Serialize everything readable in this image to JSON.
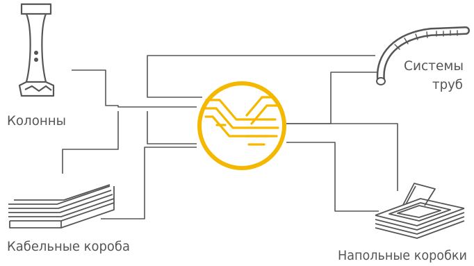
{
  "diagram": {
    "colors": {
      "line": "#555555",
      "accent": "#F5B800",
      "background": "#ffffff",
      "label": "#555555"
    },
    "hub": {
      "icon": "cable-hub-icon"
    },
    "nodes": [
      {
        "id": "columns",
        "icon": "column-icon",
        "label": "Колонны"
      },
      {
        "id": "cable-trays",
        "icon": "cable-tray-icon",
        "label": "Кабельные короба"
      },
      {
        "id": "pipe-systems",
        "icon": "conduit-pipe-icon",
        "label_lines": [
          "Системы",
          "труб"
        ]
      },
      {
        "id": "floor-boxes",
        "icon": "floor-box-icon",
        "label": "Напольные коробки"
      }
    ]
  }
}
